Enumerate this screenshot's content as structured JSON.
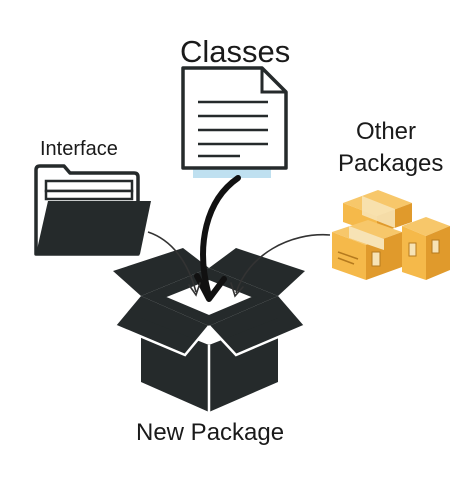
{
  "labels": {
    "classes": "Classes",
    "interface": "Interface",
    "other_packages_line1": "Other",
    "other_packages_line2": "Packages",
    "new_package": "New Package"
  },
  "icons": {
    "classes": "document-stack-icon",
    "interface": "file-folder-icon",
    "other_packages": "cardboard-boxes-icon",
    "new_package": "open-box-icon"
  },
  "colors": {
    "dark": "#252a2b",
    "document_blue": "#bfe0f0",
    "box_orange": "#f5b94a",
    "box_orange_dark": "#e09a2c",
    "tape": "#f7e3b5"
  }
}
